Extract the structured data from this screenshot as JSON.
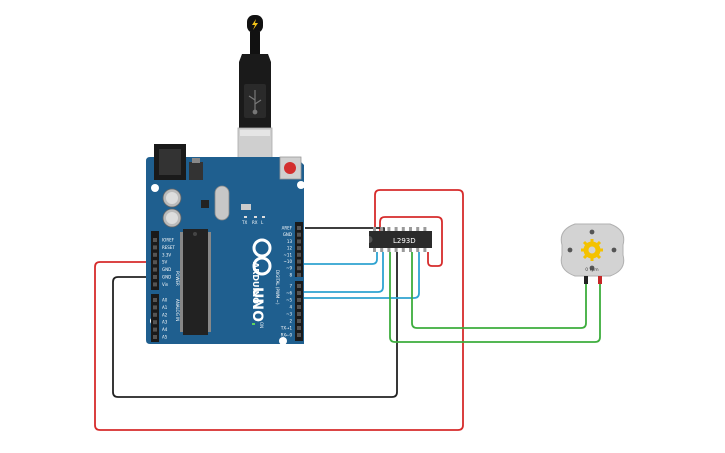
{
  "board": {
    "model": "UNO",
    "brand": "ARDUINO",
    "on_label": "ON",
    "tx_label": "TX",
    "rx_label": "RX",
    "l_label": "L",
    "power_header": "POWER",
    "analog_header": "ANALOG IN",
    "digital_header": "DIGITAL (PWM ~)",
    "power_pins": [
      "IOREF",
      "RESET",
      "3.3V",
      "5V",
      "GND",
      "GND",
      "Vin"
    ],
    "analog_pins": [
      "A0",
      "A1",
      "A2",
      "A3",
      "A4",
      "A5"
    ],
    "top_header_pins": [
      "AREF",
      "GND",
      "13",
      "12",
      "~11",
      "~10",
      "~9",
      "8"
    ],
    "bottom_header_pins": [
      "7",
      "~6",
      "~5",
      "4",
      "~3",
      "2",
      "TX→1",
      "RX←0"
    ]
  },
  "driver": {
    "label": "L293D"
  },
  "motor": {
    "label": "0 rpm"
  },
  "colors": {
    "board": "#1f5f8f",
    "wire_red": "#d62b2b",
    "wire_black": "#222222",
    "wire_blue": "#2ea3d1",
    "wire_green": "#3dad3d",
    "chip": "#2b2b2b"
  },
  "icons": {
    "usb_plug": "usb-plug-icon",
    "power_jack": "dc-jack-icon",
    "motor_gear": "gear-icon",
    "lightning": "lightning-icon"
  }
}
